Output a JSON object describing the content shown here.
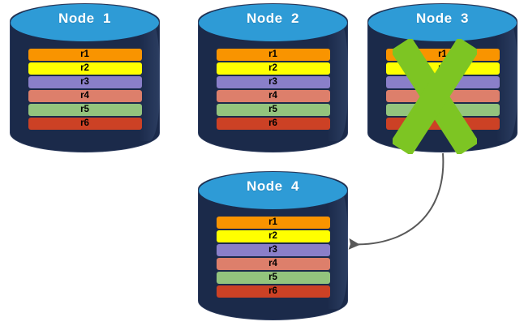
{
  "diagram": {
    "title": "node-failure-replication-diagram",
    "background": "#ffffff"
  },
  "palette": {
    "cylinder_body": "#1B2A4A",
    "cylinder_top": "#2E9BD6",
    "cylinder_outline": "#2b3a5c",
    "title_text": "#ffffff",
    "row_text": "#000000",
    "x_mark": "#7DC523",
    "arrow": "#595959"
  },
  "row_colors": {
    "r1": "#F99400",
    "r2": "#FFFF00",
    "r3": "#8A7FC9",
    "r4": "#DD7F6B",
    "r5": "#93C47D",
    "r6": "#CC4125"
  },
  "nodes": [
    {
      "id": "node-1",
      "title": "Node  1",
      "failed": false,
      "rows": [
        {
          "label": "r1",
          "color": "#F99400"
        },
        {
          "label": "r2",
          "color": "#FFFF00"
        },
        {
          "label": "r3",
          "color": "#8A7FC9"
        },
        {
          "label": "r4",
          "color": "#DD7F6B"
        },
        {
          "label": "r5",
          "color": "#93C47D"
        },
        {
          "label": "r6",
          "color": "#CC4125"
        }
      ]
    },
    {
      "id": "node-2",
      "title": "Node  2",
      "failed": false,
      "rows": [
        {
          "label": "r1",
          "color": "#F99400"
        },
        {
          "label": "r2",
          "color": "#FFFF00"
        },
        {
          "label": "r3",
          "color": "#8A7FC9"
        },
        {
          "label": "r4",
          "color": "#DD7F6B"
        },
        {
          "label": "r5",
          "color": "#93C47D"
        },
        {
          "label": "r6",
          "color": "#CC4125"
        }
      ]
    },
    {
      "id": "node-3",
      "title": "Node  3",
      "failed": true,
      "rows": [
        {
          "label": "r1",
          "color": "#F99400"
        },
        {
          "label": "r2",
          "color": "#FFFF00"
        },
        {
          "label": "r3",
          "color": "#8A7FC9"
        },
        {
          "label": "r4",
          "color": "#DD7F6B"
        },
        {
          "label": "r5",
          "color": "#93C47D"
        },
        {
          "label": "r6",
          "color": "#CC4125"
        }
      ]
    },
    {
      "id": "node-4",
      "title": "Node  4",
      "failed": false,
      "rows": [
        {
          "label": "r1",
          "color": "#F99400"
        },
        {
          "label": "r2",
          "color": "#FFFF00"
        },
        {
          "label": "r3",
          "color": "#8A7FC9"
        },
        {
          "label": "r4",
          "color": "#DD7F6B"
        },
        {
          "label": "r5",
          "color": "#93C47D"
        },
        {
          "label": "r6",
          "color": "#CC4125"
        }
      ]
    }
  ],
  "annotations": {
    "x_mark": {
      "target": "node-3",
      "meaning": "failed-node"
    },
    "arrow": {
      "from": "node-3",
      "to": "node-4",
      "meaning": "replication-recovery"
    }
  }
}
